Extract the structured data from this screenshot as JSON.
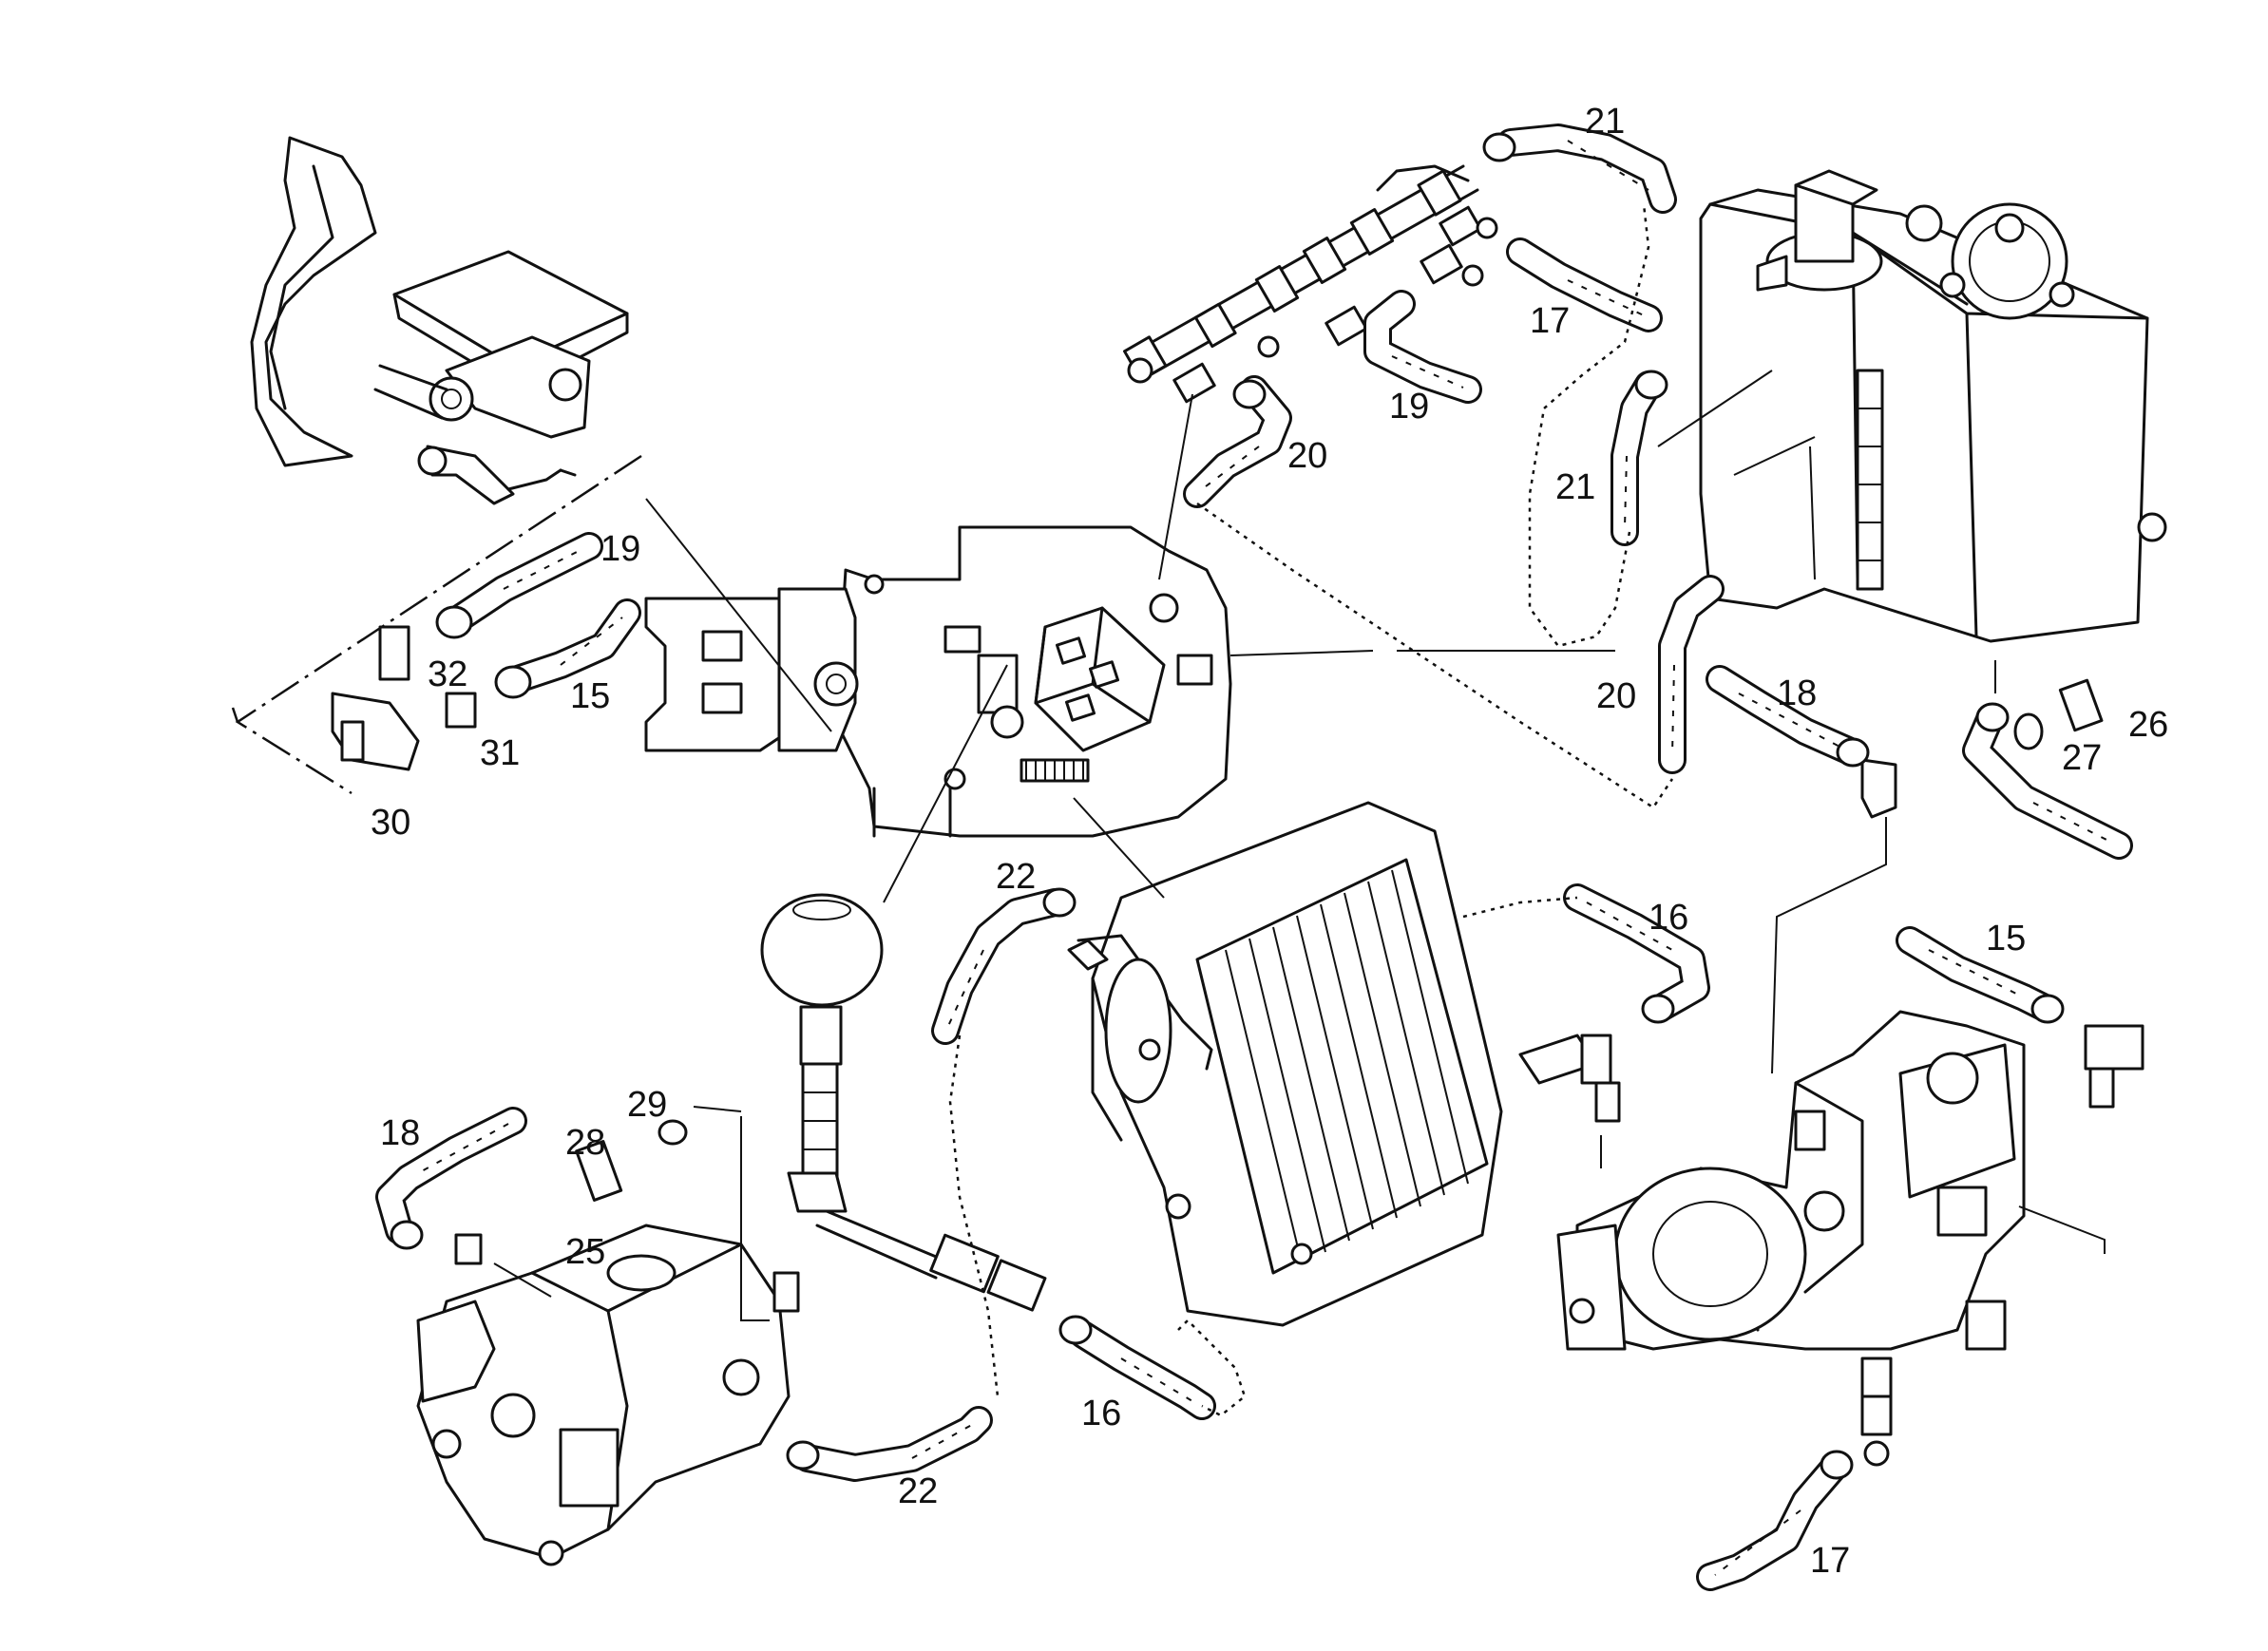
{
  "callouts": {
    "c21_top": "21",
    "c17_top": "17",
    "c19_top": "19",
    "c20_top": "20",
    "c21_mid": "21",
    "c19_left": "19",
    "c32": "32",
    "c15_left": "15",
    "c31": "31",
    "c30": "30",
    "c20_mid": "20",
    "c18_mid": "18",
    "c26": "26",
    "c27": "27",
    "c22_top": "22",
    "c16_right": "16",
    "c15_right": "15",
    "c18_left": "18",
    "c28": "28",
    "c29": "29",
    "c25": "25",
    "c16_bottom": "16",
    "c22_bottom": "22",
    "c17_bottom": "17"
  }
}
